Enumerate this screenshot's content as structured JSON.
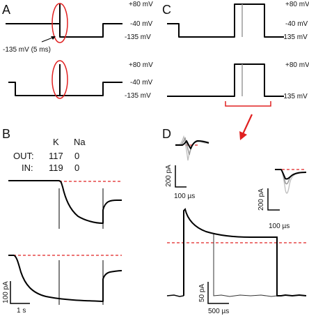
{
  "panels": {
    "a": "A",
    "b": "B",
    "c": "C",
    "d": "D"
  },
  "voltage": {
    "plus80": "+80 mV",
    "minus40": "-40 mV",
    "minus135": "-135 mV",
    "prepulse": "-135 mV (5 ms)"
  },
  "ion_table": {
    "head_k": "K",
    "head_na": "Na",
    "rows": [
      {
        "label": "OUT:",
        "k": "117",
        "na": "0"
      },
      {
        "label": "IN:",
        "k": "119",
        "na": "0"
      }
    ]
  },
  "scales": {
    "b_current": "100 pA",
    "b_time": "1 s",
    "d_inset_left_current": "200 pA",
    "d_inset_left_time": "100 µs",
    "d_inset_right_current": "200 pA",
    "d_inset_right_time": "100 µs",
    "d_main_current": "50 pA",
    "d_main_time": "500 µs"
  },
  "colors": {
    "trace": "#000000",
    "highlight": "#e02020",
    "secondary": "#9a9a9a"
  }
}
